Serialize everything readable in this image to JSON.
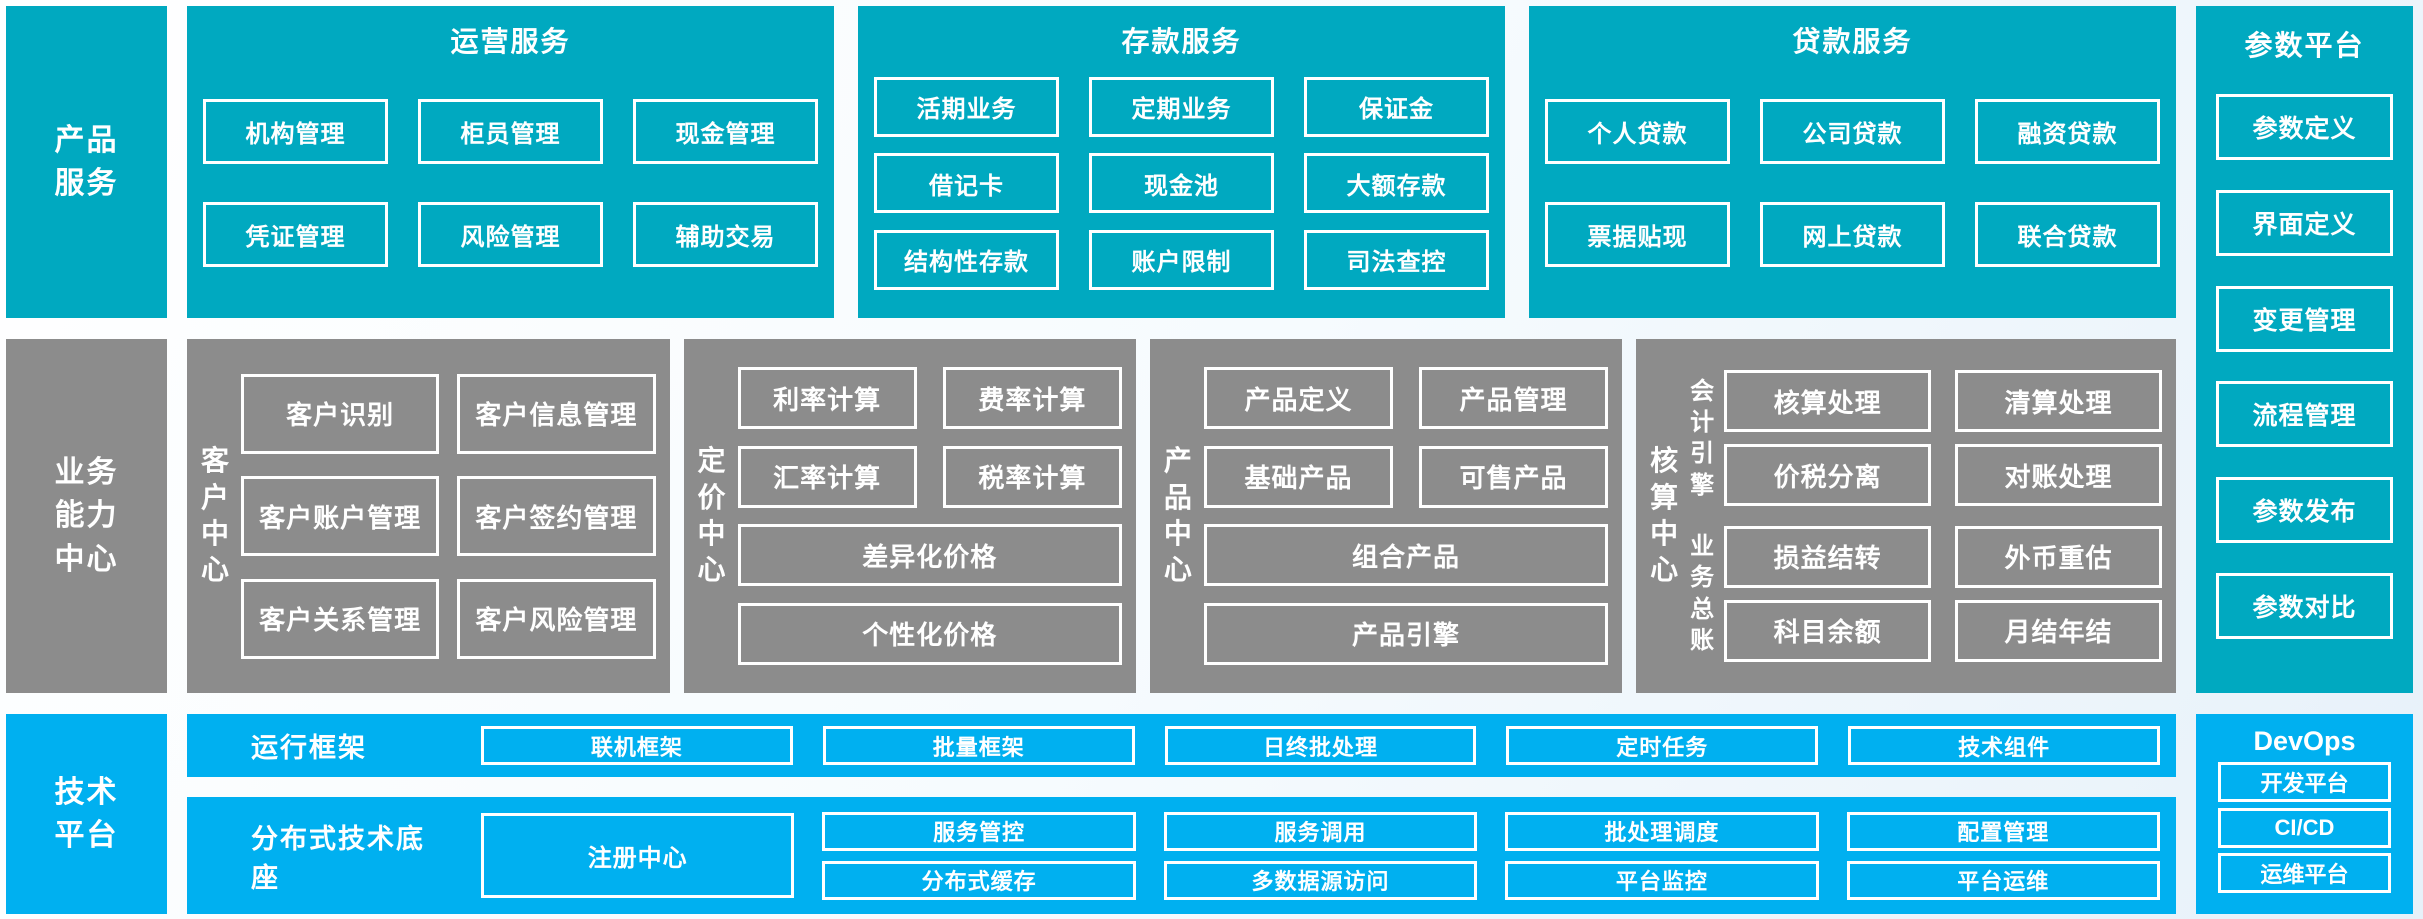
{
  "colors": {
    "teal": "#00a9c0",
    "gray": "#8c8c8c",
    "blue": "#00b0f0",
    "box_border": "#ffffff",
    "text": "#ffffff"
  },
  "left_rail": {
    "product_services": "产品\n服务",
    "business_capability_center": "业务\n能力\n中心",
    "tech_platform": "技术\n平台"
  },
  "product_band": {
    "operation": {
      "title": "运营服务",
      "items": [
        "机构管理",
        "柜员管理",
        "现金管理",
        "凭证管理",
        "风险管理",
        "辅助交易"
      ]
    },
    "deposit": {
      "title": "存款服务",
      "items": [
        "活期业务",
        "定期业务",
        "保证金",
        "借记卡",
        "现金池",
        "大额存款",
        "结构性存款",
        "账户限制",
        "司法查控"
      ]
    },
    "loan": {
      "title": "贷款服务",
      "items": [
        "个人贷款",
        "公司贷款",
        "融资贷款",
        "票据贴现",
        "网上贷款",
        "联合贷款"
      ]
    }
  },
  "business_band": {
    "customer_center": {
      "label": "客\n户\n中\n心",
      "items": [
        "客户识别",
        "客户信息管理",
        "客户账户管理",
        "客户签约管理",
        "客户关系管理",
        "客户风险管理"
      ]
    },
    "pricing_center": {
      "label": "定\n价\n中\n心",
      "items": [
        "利率计算",
        "费率计算",
        "汇率计算",
        "税率计算"
      ],
      "wide_items": [
        "差异化价格",
        "个性化价格"
      ]
    },
    "product_center": {
      "label": "产\n品\n中\n心",
      "items": [
        "产品定义",
        "产品管理",
        "基础产品",
        "可售产品"
      ],
      "wide_items": [
        "组合产品",
        "产品引擎"
      ]
    },
    "accounting_center": {
      "label": "核\n算\n中\n心",
      "subgroups": [
        {
          "label": "会\n计\n引\n擎",
          "items": [
            "核算处理",
            "清算处理",
            "价税分离",
            "对账处理"
          ]
        },
        {
          "label": "业\n务\n总\n账",
          "items": [
            "损益结转",
            "外币重估",
            "科目余额",
            "月结年结"
          ]
        }
      ]
    }
  },
  "tech_band": {
    "runtime": {
      "label": "运行框架",
      "items": [
        "联机框架",
        "批量框架",
        "日终批处理",
        "定时任务",
        "技术组件"
      ]
    },
    "distributed": {
      "label": "分布式技术底座",
      "registry": "注册中心",
      "columns": [
        [
          "服务管控",
          "分布式缓存"
        ],
        [
          "服务调用",
          "多数据源访问"
        ],
        [
          "批处理调度",
          "平台监控"
        ],
        [
          "配置管理",
          "平台运维"
        ]
      ]
    }
  },
  "param_platform": {
    "title": "参数平台",
    "items": [
      "参数定义",
      "界面定义",
      "变更管理",
      "流程管理",
      "参数发布",
      "参数对比"
    ]
  },
  "devops": {
    "title": "DevOps",
    "items": [
      "开发平台",
      "CI/CD",
      "运维平台"
    ]
  }
}
